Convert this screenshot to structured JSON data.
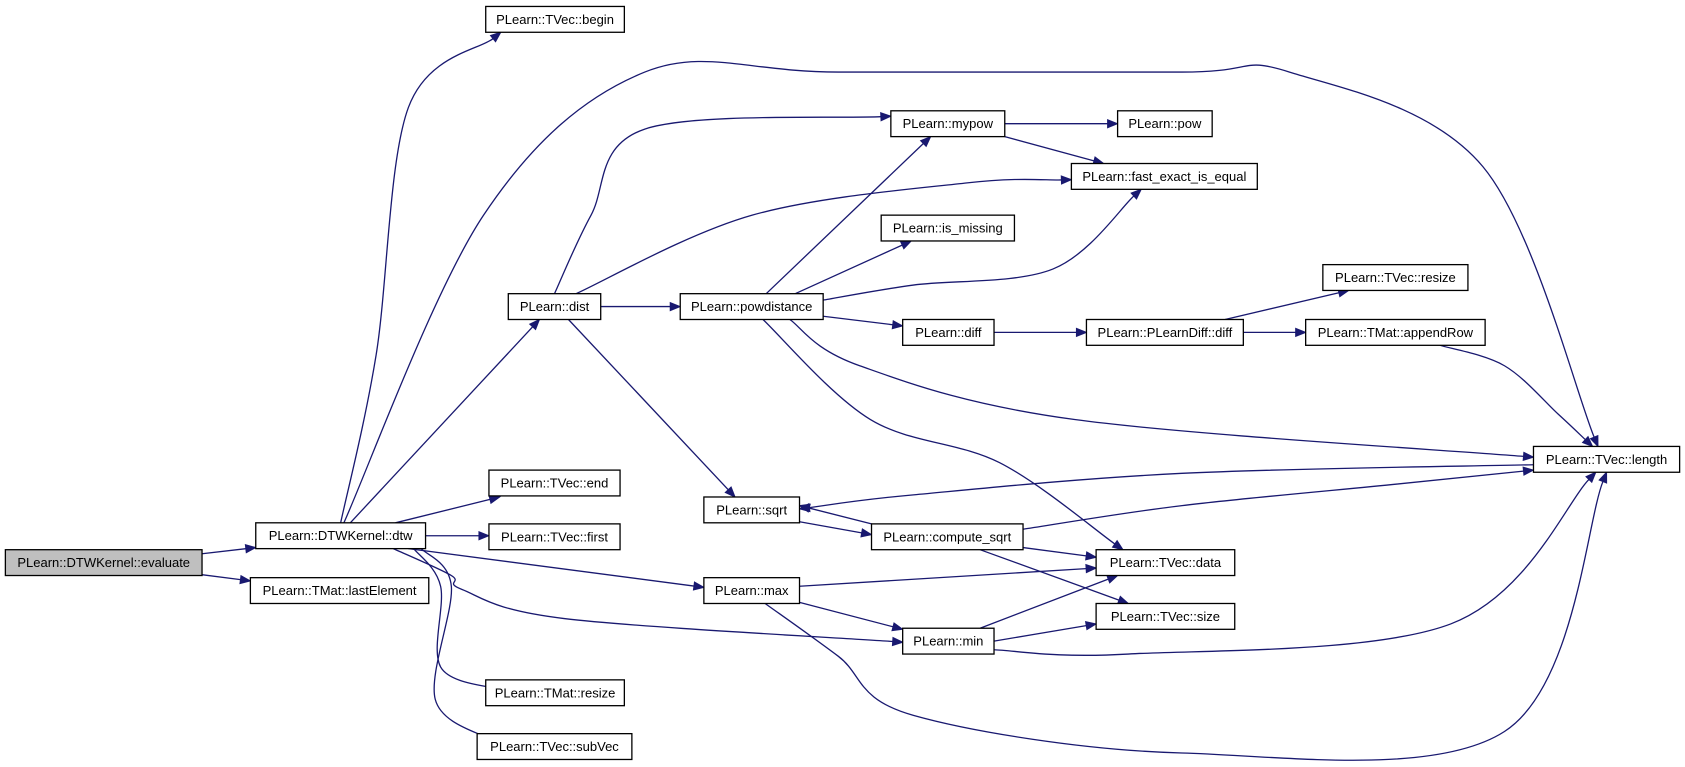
{
  "graph": {
    "title": "",
    "colors": {
      "edge": "#191970",
      "root_fill": "#bfbfbf",
      "node_fill": "#ffffff",
      "node_border": "#000000"
    },
    "nodes": [
      {
        "id": "evaluate",
        "label": "PLearn::DTWKernel::evaluate",
        "root": true
      },
      {
        "id": "dtw",
        "label": "PLearn::DTWKernel::dtw"
      },
      {
        "id": "lastElement",
        "label": "PLearn::TMat::lastElement"
      },
      {
        "id": "begin",
        "label": "PLearn::TVec::begin"
      },
      {
        "id": "dist",
        "label": "PLearn::dist"
      },
      {
        "id": "end",
        "label": "PLearn::TVec::end"
      },
      {
        "id": "first",
        "label": "PLearn::TVec::first"
      },
      {
        "id": "max",
        "label": "PLearn::max"
      },
      {
        "id": "min",
        "label": "PLearn::min"
      },
      {
        "id": "tmatresize",
        "label": "PLearn::TMat::resize"
      },
      {
        "id": "subVec",
        "label": "PLearn::TVec::subVec"
      },
      {
        "id": "length",
        "label": "PLearn::TVec::length"
      },
      {
        "id": "mypow",
        "label": "PLearn::mypow"
      },
      {
        "id": "powdistance",
        "label": "PLearn::powdistance"
      },
      {
        "id": "sqrt",
        "label": "PLearn::sqrt"
      },
      {
        "id": "fast_exact",
        "label": "PLearn::fast_exact_is_equal"
      },
      {
        "id": "pow",
        "label": "PLearn::pow"
      },
      {
        "id": "is_missing",
        "label": "PLearn::is_missing"
      },
      {
        "id": "diff",
        "label": "PLearn::diff"
      },
      {
        "id": "data",
        "label": "PLearn::TVec::data"
      },
      {
        "id": "pldiff",
        "label": "PLearn::PLearnDiff::diff"
      },
      {
        "id": "tvecresize",
        "label": "PLearn::TVec::resize"
      },
      {
        "id": "appendRow",
        "label": "PLearn::TMat::appendRow"
      },
      {
        "id": "compute_sqrt",
        "label": "PLearn::compute_sqrt"
      },
      {
        "id": "size",
        "label": "PLearn::TVec::size"
      }
    ],
    "edges": [
      {
        "from": "evaluate",
        "to": "dtw"
      },
      {
        "from": "evaluate",
        "to": "lastElement"
      },
      {
        "from": "dtw",
        "to": "begin"
      },
      {
        "from": "dtw",
        "to": "length"
      },
      {
        "from": "dtw",
        "to": "dist"
      },
      {
        "from": "dtw",
        "to": "end"
      },
      {
        "from": "dtw",
        "to": "first"
      },
      {
        "from": "dtw",
        "to": "max"
      },
      {
        "from": "dtw",
        "to": "min"
      },
      {
        "from": "dtw",
        "to": "tmatresize"
      },
      {
        "from": "dtw",
        "to": "subVec"
      },
      {
        "from": "dist",
        "to": "mypow"
      },
      {
        "from": "dist",
        "to": "fast_exact"
      },
      {
        "from": "dist",
        "to": "powdistance"
      },
      {
        "from": "dist",
        "to": "sqrt"
      },
      {
        "from": "mypow",
        "to": "pow"
      },
      {
        "from": "mypow",
        "to": "fast_exact"
      },
      {
        "from": "powdistance",
        "to": "mypow"
      },
      {
        "from": "powdistance",
        "to": "fast_exact"
      },
      {
        "from": "powdistance",
        "to": "is_missing"
      },
      {
        "from": "powdistance",
        "to": "diff"
      },
      {
        "from": "powdistance",
        "to": "length"
      },
      {
        "from": "powdistance",
        "to": "data"
      },
      {
        "from": "diff",
        "to": "pldiff"
      },
      {
        "from": "pldiff",
        "to": "tvecresize"
      },
      {
        "from": "pldiff",
        "to": "appendRow"
      },
      {
        "from": "appendRow",
        "to": "length"
      },
      {
        "from": "length",
        "to": "sqrt"
      },
      {
        "from": "sqrt",
        "to": "compute_sqrt"
      },
      {
        "from": "compute_sqrt",
        "to": "sqrt"
      },
      {
        "from": "compute_sqrt",
        "to": "length"
      },
      {
        "from": "compute_sqrt",
        "to": "data"
      },
      {
        "from": "compute_sqrt",
        "to": "size"
      },
      {
        "from": "max",
        "to": "data"
      },
      {
        "from": "max",
        "to": "min"
      },
      {
        "from": "max",
        "to": "length"
      },
      {
        "from": "min",
        "to": "data"
      },
      {
        "from": "min",
        "to": "size"
      },
      {
        "from": "min",
        "to": "length"
      }
    ]
  }
}
